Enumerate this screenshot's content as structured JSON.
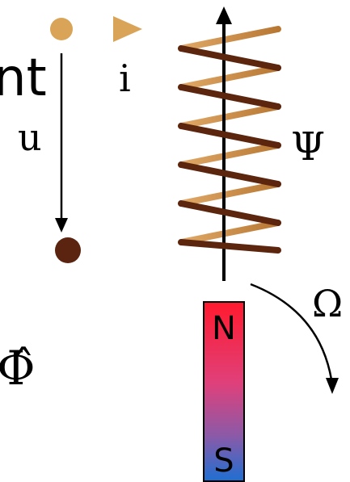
{
  "labels": {
    "left_text_fragment": "nt",
    "current": "i",
    "voltage": "u",
    "flux_linkage": "Ψ",
    "angular_velocity": "Ω",
    "flux_phasor": "Φ̂",
    "magnet_north": "N",
    "magnet_south": "S"
  },
  "colors": {
    "wire_light": "#d9a458",
    "wire_dark": "#5a2410",
    "coil_dark": "#5c250e",
    "coil_light": "#d49655",
    "magnet_top": "#ff1a2e",
    "magnet_bottom": "#1e6fd2",
    "ink": "#000000"
  },
  "diagram": {
    "coil_turns": 6
  }
}
